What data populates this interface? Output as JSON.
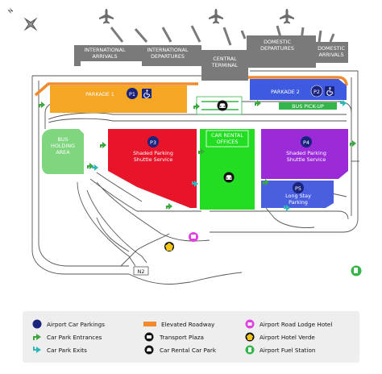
{
  "compass": {
    "north_label": "N"
  },
  "terminal": {
    "international_arrivals": [
      "INTERNATIONAL",
      "ARRIVALS"
    ],
    "international_departures": [
      "INTERNATIONAL",
      "DEPARTURES"
    ],
    "central_terminal": [
      "CENTRAL",
      "TERMINAL"
    ],
    "domestic_departures": [
      "DOMESTIC",
      "DEPARTURES"
    ],
    "domestic_arrivals": [
      "DOMESTIC",
      "ARRIVALS"
    ]
  },
  "parking": {
    "p1": {
      "code": "P1",
      "name": "PARKADE 1"
    },
    "p2": {
      "code": "P2",
      "name": "PARKADE 2"
    },
    "p3": {
      "code": "P3",
      "name": [
        "Shaded Parking",
        "Shuttle Service"
      ]
    },
    "p4": {
      "code": "P4",
      "name": [
        "Shaded Parking",
        "Shuttle Service"
      ]
    },
    "p5": {
      "code": "P5",
      "name": [
        "Long Stay",
        "Parking"
      ]
    }
  },
  "areas": {
    "bus_holding": [
      "BUS",
      "HOLDING",
      "AREA"
    ],
    "car_rental": [
      "CAR RENTAL",
      "OFFICES"
    ],
    "bus_pickup": "BUS PICK-UP"
  },
  "road": {
    "n2": "N2"
  },
  "colors": {
    "terminal": "#7a7a7a",
    "parkade1": "#f5a623",
    "parkade2": "#3d5ae0",
    "shaded_p3": "#e8142a",
    "car_rental": "#22dd22",
    "shaded_p4": "#9b2bd9",
    "long_stay": "#4a5fe0",
    "bus_holding": "#7fd67f",
    "bus_pickup": "#33b54a",
    "elevated_roadway": "#f08a2c",
    "entrance_arrow": "#3aa83a",
    "exit_arrow": "#2fb8b8",
    "p_marker": "#1a237e",
    "lodge": "#e040e0",
    "fuel": "#33b54a",
    "legend_bg": "#eeeeee"
  },
  "legend": {
    "airport_car_parkings": "Airport Car Parkings",
    "car_park_entrances": "Car Park Entrances",
    "car_park_exits": "Car Park Exits",
    "elevated_roadway": "Elevated Roadway",
    "transport_plaza": "Transport Plaza",
    "car_rental_car_park": "Car Rental Car Park",
    "road_lodge_hotel": "Airport Road Lodge Hotel",
    "hotel_verde": "Airport Hotel Verde",
    "fuel_station": "Airport Fuel Station"
  }
}
